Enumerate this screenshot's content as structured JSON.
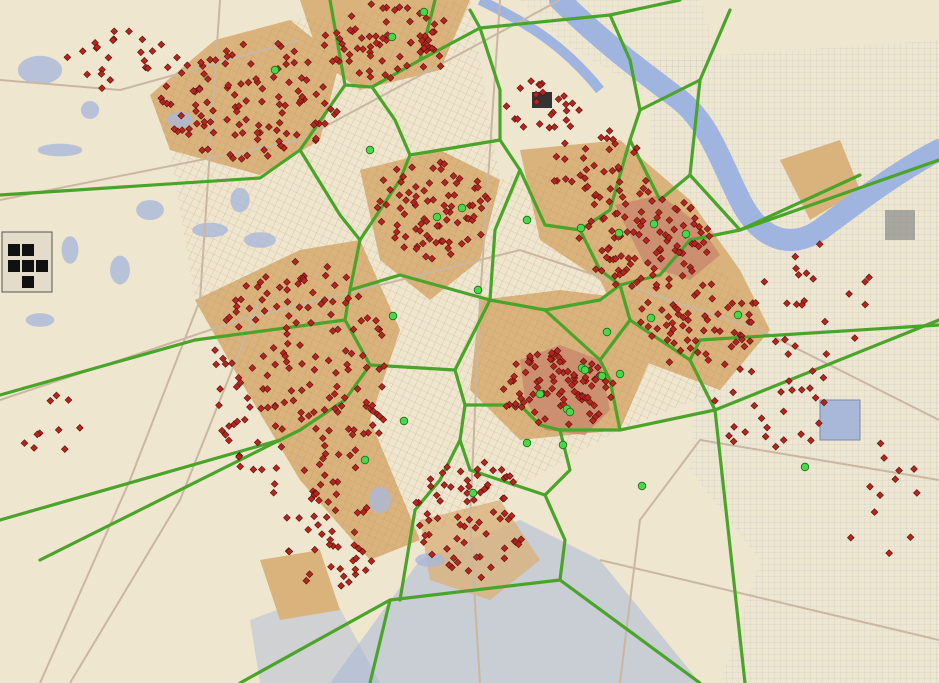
{
  "map": {
    "colors": {
      "background": "#efe6cf",
      "urban": "#d9b27c",
      "urban_dense": "#c98a6f",
      "water": "#a9b8d8",
      "river": "#9fb5df",
      "roads": "#c9b7a2",
      "voronoi": "#4aa42a",
      "incident_fill": "#b3261e",
      "incident_stroke": "#5a0e0b",
      "site_fill": "#48d848",
      "site_stroke": "#1f6a1f"
    },
    "layers": [
      {
        "id": "basemap",
        "icon": "topographic-map-icon"
      },
      {
        "id": "voronoi-boundaries",
        "icon": "polygon-boundary-icon"
      },
      {
        "id": "incident-points",
        "icon": "red-diamond-icon"
      },
      {
        "id": "center-sites",
        "icon": "green-circle-icon"
      }
    ]
  }
}
